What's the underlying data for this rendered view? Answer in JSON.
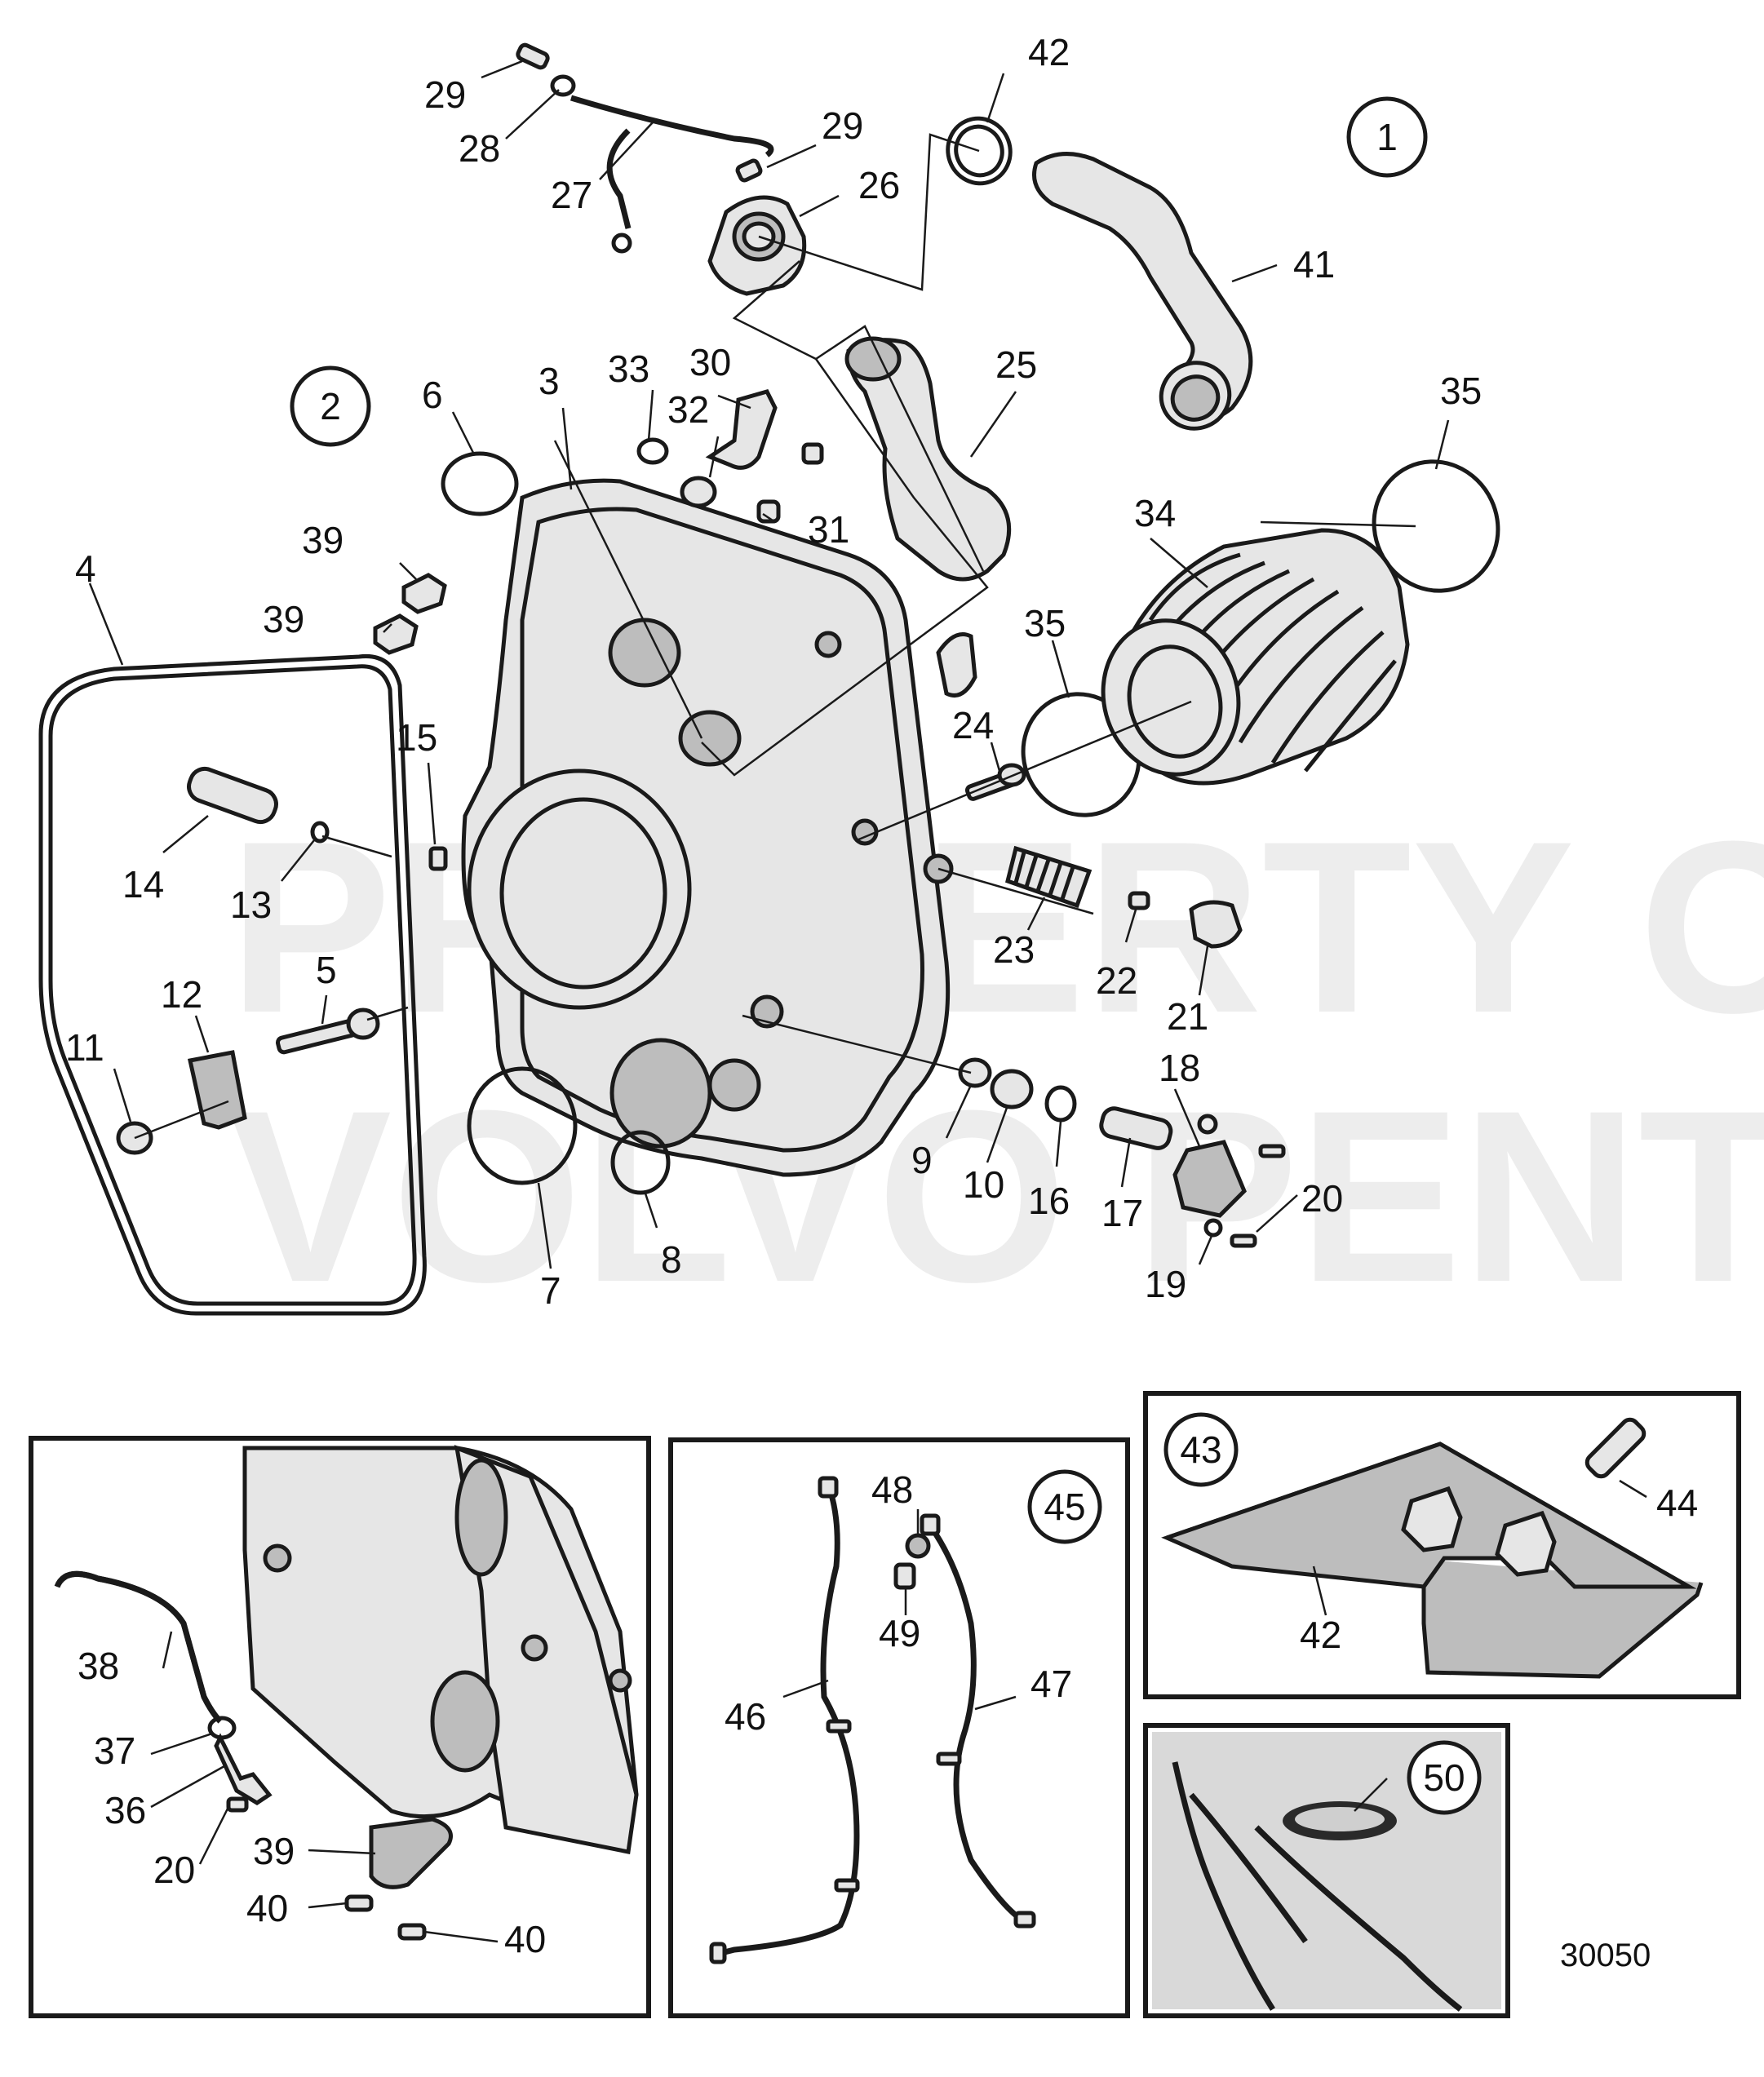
{
  "watermark": [
    "PROPERTY OF",
    "VOLVO PENTA"
  ],
  "document_number": "30050",
  "view_markers": {
    "main_1": "1",
    "main_2": "2",
    "inset_43": "43",
    "inset_45": "45",
    "inset_50": "50"
  },
  "labels": {
    "l29a": "29",
    "l28": "28",
    "l27": "27",
    "l29b": "29",
    "l26": "26",
    "l42": "42",
    "l41": "41",
    "l25": "25",
    "l35a": "35",
    "l34": "34",
    "l35b": "35",
    "l33": "33",
    "l30": "30",
    "l32": "32",
    "l31": "31",
    "l6": "6",
    "l3": "3",
    "l39a": "39",
    "l39b": "39",
    "l4": "4",
    "l15": "15",
    "l14": "14",
    "l13": "13",
    "l24": "24",
    "l23": "23",
    "l22": "22",
    "l21": "21",
    "l12": "12",
    "l5": "5",
    "l11": "11",
    "l18": "18",
    "l9": "9",
    "l10": "10",
    "l16": "16",
    "l17": "17",
    "l20a": "20",
    "l19": "19",
    "l7": "7",
    "l8": "8",
    "l38": "38",
    "l37": "37",
    "l36": "36",
    "l20b": "20",
    "l39c": "39",
    "l40a": "40",
    "l40b": "40",
    "l48": "48",
    "l49": "49",
    "l46": "46",
    "l47": "47",
    "l44": "44",
    "l42b": "42"
  }
}
